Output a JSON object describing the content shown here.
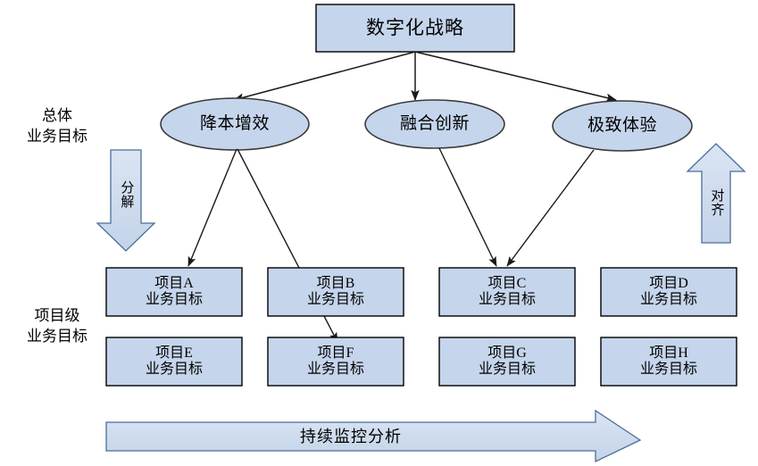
{
  "diagram": {
    "title_box": {
      "label": "数字化战略"
    },
    "side_labels": {
      "overall": "总体\n业务目标",
      "project": "项目级\n业务目标"
    },
    "flow_arrows": {
      "decompose": "分解",
      "align": "对齐",
      "monitor": "持续监控分析"
    },
    "goals": [
      {
        "id": "goal-1",
        "label": "降本增效"
      },
      {
        "id": "goal-2",
        "label": "融合创新"
      },
      {
        "id": "goal-3",
        "label": "极致体验"
      }
    ],
    "projects_row_1": [
      {
        "id": "project-a",
        "label": "项目A\n业务目标"
      },
      {
        "id": "project-b",
        "label": "项目B\n业务目标"
      },
      {
        "id": "project-c",
        "label": "项目C\n业务目标"
      },
      {
        "id": "project-d",
        "label": "项目D\n业务目标"
      }
    ],
    "projects_row_2": [
      {
        "id": "project-e",
        "label": "项目E\n业务目标"
      },
      {
        "id": "project-f",
        "label": "项目F\n业务目标"
      },
      {
        "id": "project-g",
        "label": "项目G\n业务目标"
      },
      {
        "id": "project-h",
        "label": "项目H\n业务目标"
      }
    ],
    "colors": {
      "shape_fill": "#c5d5ec",
      "shape_stroke": "#000000",
      "ellipse_stroke": "#3a3a3a",
      "arrow_stroke": "#1a1a1a",
      "flow_fill": "#cfdcee",
      "flow_stroke": "#4a6e9a",
      "text": "#000000",
      "background": "#ffffff"
    }
  }
}
